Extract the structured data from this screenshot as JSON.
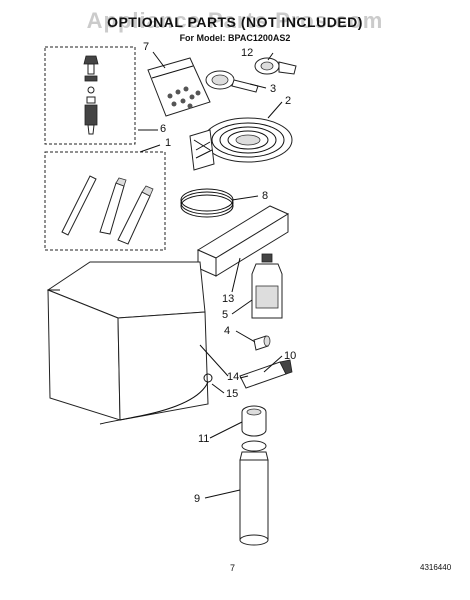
{
  "header": {
    "watermark": "Appliance Parts Pros.com",
    "title": "OPTIONAL PARTS (NOT INCLUDED)",
    "model": "For Model: BPAC1200AS2"
  },
  "callouts": {
    "c1": "1",
    "c2": "2",
    "c3": "3",
    "c4": "4",
    "c5": "5",
    "c6": "6",
    "c7": "7",
    "c8": "8",
    "c9": "9",
    "c10": "10",
    "c11": "11",
    "c12": "12",
    "c13": "13",
    "c14": "14",
    "c15": "15"
  },
  "footer": {
    "page": "7",
    "code": "4316440"
  }
}
